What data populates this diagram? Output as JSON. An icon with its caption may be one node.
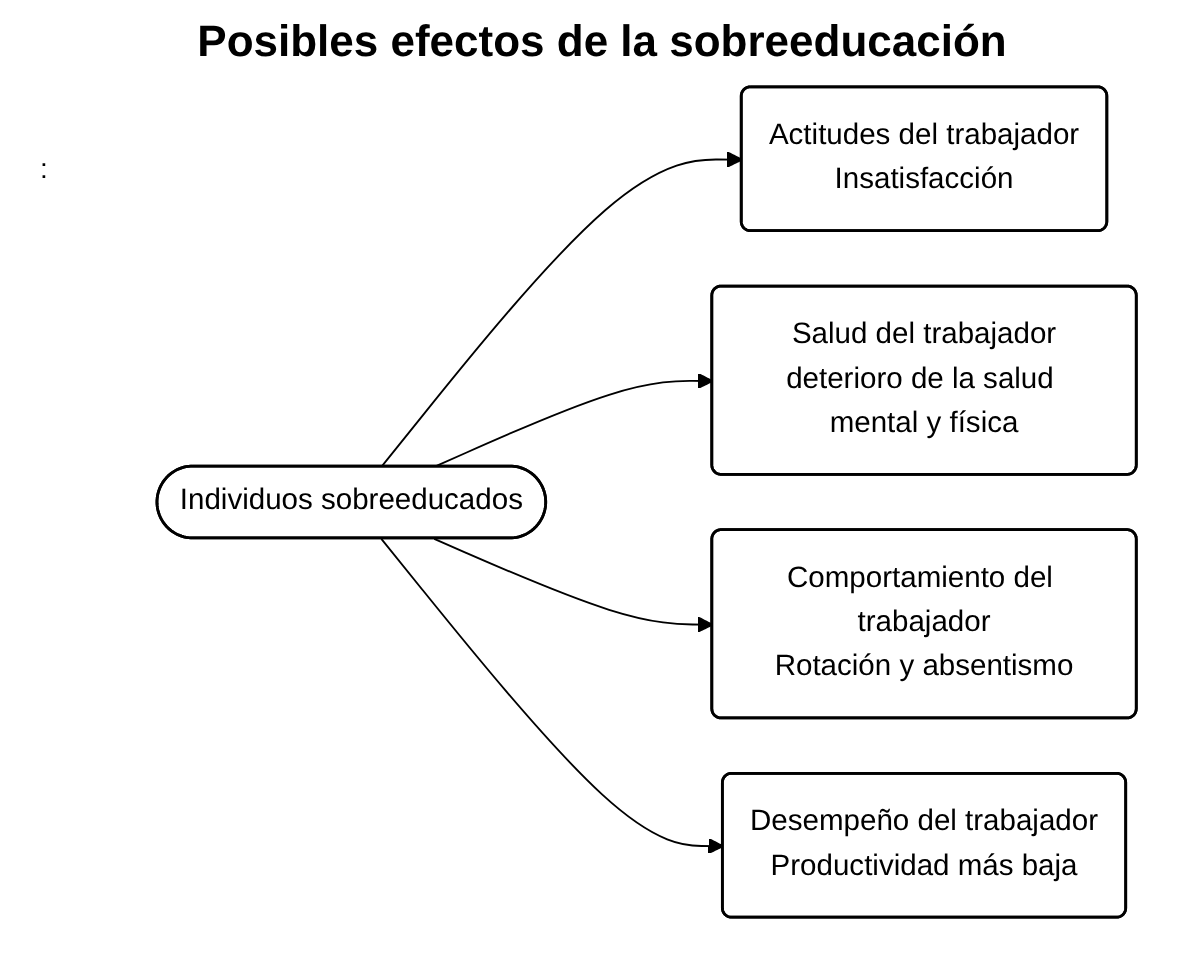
{
  "diagram": {
    "title": "Posibles efectos de la sobreeducación",
    "nodes": [
      {
        "text": [
          "Individuos sobreeducados"
        ]
      },
      {
        "text": [
          "Actitudes del trabajador",
          "Insatisfacción"
        ]
      },
      {
        "text": [
          "Salud del trabajador",
          "deterioro de la salud mental y física"
        ]
      },
      {
        "text": [
          "Comportamiento del trabajador",
          "Rotación y absentismo"
        ]
      },
      {
        "text": [
          "Desempeño del trabajador",
          "Productividad más baja"
        ]
      }
    ],
    "edges": [
      {
        "from": 0,
        "to": 1,
        "arrow": "to"
      },
      {
        "from": 0,
        "to": 2,
        "arrow": "to"
      },
      {
        "from": 0,
        "to": 3,
        "arrow": "to"
      },
      {
        "from": 0,
        "to": 4,
        "arrow": "to"
      }
    ],
    "labels": [
      ":"
    ]
  }
}
